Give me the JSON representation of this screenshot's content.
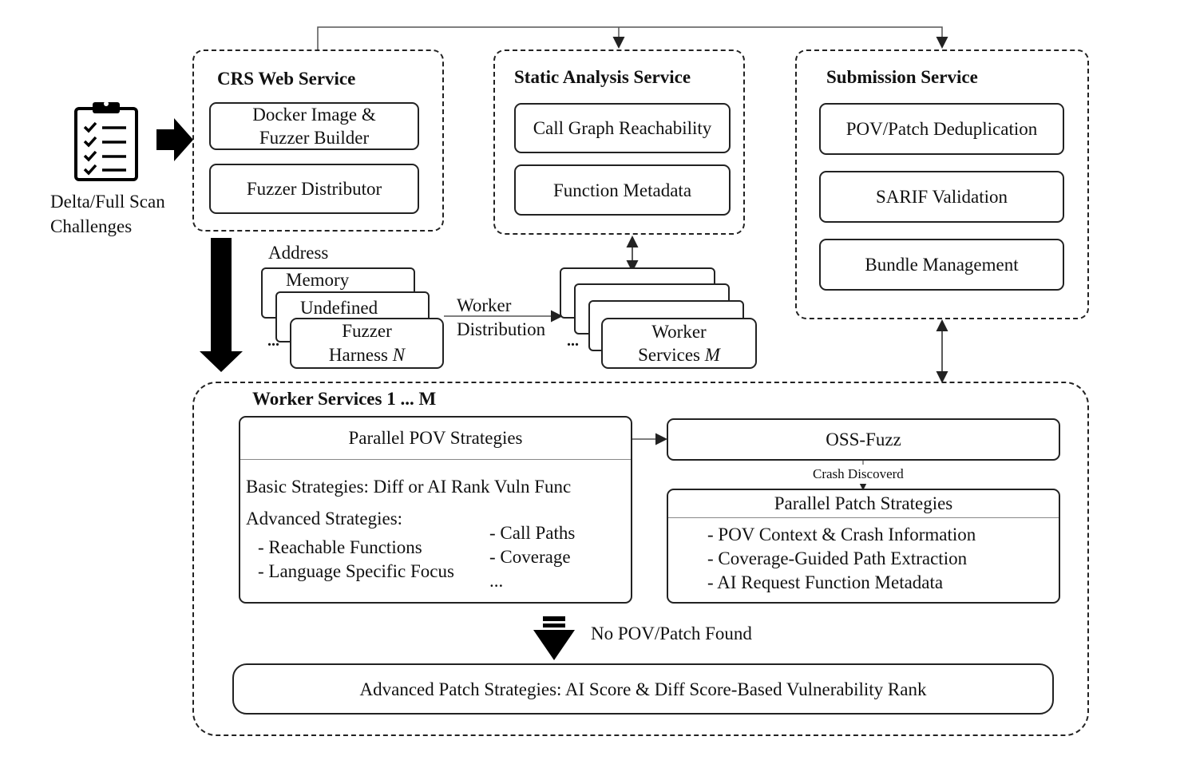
{
  "input": {
    "label_line1": "Delta/Full Scan",
    "label_line2": "Challenges",
    "icon": "clipboard-checklist-icon"
  },
  "crs": {
    "title": "CRS Web Service",
    "builder": "Docker Image &\nFuzzer  Builder",
    "distributor": "Fuzzer Distributor"
  },
  "static": {
    "title": "Static Analysis Service",
    "call_graph": "Call Graph Reachability",
    "function_metadata": "Function Metadata"
  },
  "submission": {
    "title": "Submission Service",
    "dedup": "POV/Patch Deduplication",
    "sarif": "SARIF Validation",
    "bundle": "Bundle Management"
  },
  "harness": {
    "layer1": "Address",
    "layer2": "Memory",
    "layer3": "Undefined",
    "front": "Fuzzer\nHarness ",
    "front_var": "N",
    "ellipsis": "..."
  },
  "distribution": {
    "label": "Worker\nDistribution"
  },
  "workers_stack": {
    "front": "Worker\nServices ",
    "front_var": "M",
    "ellipsis": "..."
  },
  "worker_services": {
    "title": "Worker Services 1 ... M",
    "pov": {
      "title": "Parallel POV Strategies",
      "basic": "Basic Strategies: Diff or AI Rank Vuln Func",
      "advanced": "Advanced Strategies:",
      "items_left": [
        "- Reachable Functions",
        "- Language Specific Focus"
      ],
      "items_right": [
        "- Call Paths",
        "- Coverage",
        "..."
      ]
    },
    "oss_fuzz": "OSS-Fuzz",
    "crash_label": "Crash Discoverd",
    "patch": {
      "title": "Parallel Patch Strategies",
      "items": [
        "- POV Context & Crash Information",
        "- Coverage-Guided Path Extraction",
        "- AI Request Function Metadata"
      ]
    },
    "no_found": "No POV/Patch Found",
    "advanced_patch": "Advanced Patch Strategies: AI Score & Diff Score-Based Vulnerability Rank"
  }
}
